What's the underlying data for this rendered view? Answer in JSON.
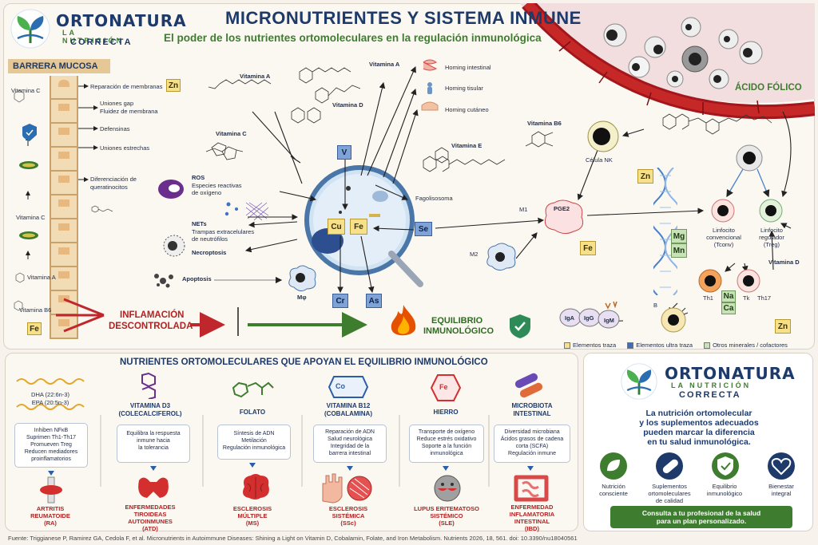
{
  "brand": {
    "name": "ORTONATURA",
    "tagline_1": "LA NUTRICIÓN",
    "tagline_2": "CORRECTA"
  },
  "header": {
    "title": "MICRONUTRIENTES Y SISTEMA INMUNE",
    "subtitle": "El poder de los nutrientes ortomoleculares en la regulación inmunológica"
  },
  "barrier": {
    "title": "BARRERA MUCOSA",
    "vit_c_1": "Vitamina C",
    "vit_c_2": "Vitamina C",
    "vit_a": "Vitamina A",
    "vit_b6": "Vitamina B6",
    "items": [
      "Reparación de membranas",
      "Uniones gap",
      "Fluidez de membrana",
      "Defensinas",
      "Uniones estrechas",
      "Diferenciación de",
      "queratinocitos"
    ],
    "zn": "Zn",
    "fe": "Fe"
  },
  "center": {
    "vit_a": "Vitamina A",
    "vit_a_top": "Vitamina A",
    "vit_d": "Vitamina D",
    "vit_c": "Vitamina C",
    "vit_e": "Vitamina E",
    "homing": [
      "Homing intestinal",
      "Homing tisular",
      "Homing cutáneo"
    ],
    "ros_title": "ROS",
    "ros_1": "Especies reactivas",
    "ros_2": "de oxígeno",
    "nets_title": "NETs",
    "nets_1": "Trampas extracelulares",
    "nets_2": "de neutrófilos",
    "necroptosis": "Necroptosis",
    "apoptosis": "Apoptosis",
    "fagolisosoma": "Fagolisosoma",
    "mphi": "Mφ",
    "v": "V",
    "cu": "Cu",
    "fe": "Fe",
    "se": "Se",
    "cr": "Cr",
    "as": "As",
    "inflamacion_1": "INFLAMACIÓN",
    "inflamacion_2": "DESCONTROLADA",
    "equilibrio_1": "EQUILIBRIO",
    "equilibrio_2": "INMUNOLÓGICO"
  },
  "right": {
    "acido_folico": "ÁCIDO FÓLICO",
    "vit_b6": "Vitamina B6",
    "nk": "Célula NK",
    "zn": "Zn",
    "zn2": "Zn",
    "m1": "M1",
    "m2": "M2",
    "pge2": "PGE2",
    "fe": "Fe",
    "mg": "Mg",
    "mn": "Mn",
    "na": "Na",
    "ca": "Ca",
    "tconv_1": "Linfocito",
    "tconv_2": "convencional",
    "tconv_3": "(Tconv)",
    "treg_1": "Linfocito",
    "treg_2": "regulador",
    "treg_3": "(Treg)",
    "vit_d": "Vitamina D",
    "th1": "Th1",
    "tk": "Tk",
    "th17": "Th17",
    "b": "B",
    "iga": "IgA",
    "igg": "IgG",
    "igm": "IgM"
  },
  "legend": {
    "trace": "Elementos traza",
    "ultra": "Elementos ultra traza",
    "other": "Otros minerales / cofactores"
  },
  "nutrients": {
    "title": "NUTRIENTES ORTOMOLECULARES QUE APOYAN EL EQUILIBRIO INMUNOLÓGICO",
    "cards": [
      {
        "title_1": "DHA (22:6n-3)",
        "title_2": "EPA (20:5n-3)",
        "lines": [
          "Inhiben NFκB",
          "Suprimen Th1-Th17",
          "Promueven Treg",
          "Reducen mediadores",
          "proinflamatorios"
        ],
        "disease_1": "ARTRITIS",
        "disease_2": "REUMATOIDE",
        "disease_3": "(RA)"
      },
      {
        "title_1": "VITAMINA D3",
        "title_2": "(COLECALCIFEROL)",
        "lines": [
          "Equilibra la respuesta",
          "inmune hacia",
          "la tolerancia"
        ],
        "disease_1": "ENFERMEDADES",
        "disease_2": "TIROIDEAS",
        "disease_3": "AUTOINMUNES",
        "disease_4": "(ATD)"
      },
      {
        "title_1": "FOLATO",
        "lines": [
          "Síntesis de ADN",
          "Metilación",
          "Regulación inmunológica"
        ],
        "disease_1": "ESCLEROSIS",
        "disease_2": "MÚLTIPLE",
        "disease_3": "(MS)"
      },
      {
        "title_1": "VITAMINA B12",
        "title_2": "(COBALAMINA)",
        "icon": "Co",
        "lines": [
          "Reparación de ADN",
          "Salud neurológica",
          "Integridad de la",
          "barrera intestinal"
        ],
        "disease_1": "ESCLEROSIS",
        "disease_2": "SISTÉMICA",
        "disease_3": "(SSc)"
      },
      {
        "title_1": "HIERRO",
        "icon": "Fe",
        "lines": [
          "Transporte de oxígeno",
          "Reduce estrés oxidativo",
          "Soporte a la función",
          "inmunológica"
        ],
        "disease_1": "LUPUS ERITEMATOSO",
        "disease_2": "SISTÉMICO",
        "disease_3": "(SLE)"
      },
      {
        "title_1": "MICROBIOTA",
        "title_2": "INTESTINAL",
        "lines": [
          "Diversidad microbiana",
          "Ácidos grasos de cadena",
          "corta (SCFA)",
          "Regulación inmune"
        ],
        "disease_1": "ENFERMEDAD",
        "disease_2": "INFLAMATORIA",
        "disease_3": "INTESTINAL",
        "disease_4": "(IBD)"
      }
    ]
  },
  "promo": {
    "text_1": "La nutrición ortomolecular",
    "text_2": "y los suplementos adecuados",
    "text_3": "pueden marcar la diferencia",
    "text_4": "en tu salud inmunológica.",
    "icons": [
      {
        "l1": "Nutrición",
        "l2": "consciente"
      },
      {
        "l1": "Suplementos",
        "l2": "ortomoleculares",
        "l3": "de calidad"
      },
      {
        "l1": "Equilibrio",
        "l2": "inmunológico"
      },
      {
        "l1": "Bienestar",
        "l2": "integral"
      }
    ],
    "cta_1": "Consulta a tu profesional de la salud",
    "cta_2": "para un plan personalizado."
  },
  "footer": {
    "source": "Fuente: Triggianese P, Ramirez GA, Cedola F, et al. Micronutrients in Autoimmune Diseases: Shining a Light on Vitamin D, Cobalamin, Folate, and Iron Metabolism. Nutrients 2026, 18, 561. doi: 10.3390/nu18040561"
  }
}
